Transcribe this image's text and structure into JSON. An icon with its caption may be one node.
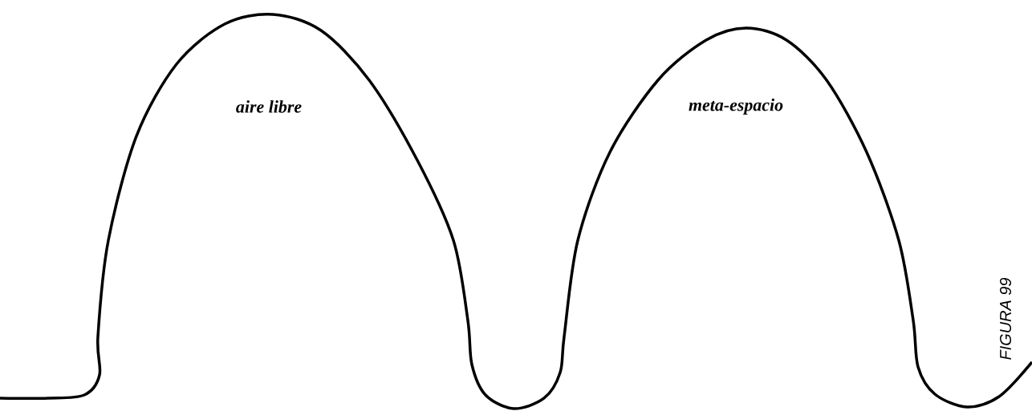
{
  "diagram": {
    "caption": "FIGURA 99",
    "labels": [
      "aire libre",
      "meta-espacio"
    ]
  }
}
